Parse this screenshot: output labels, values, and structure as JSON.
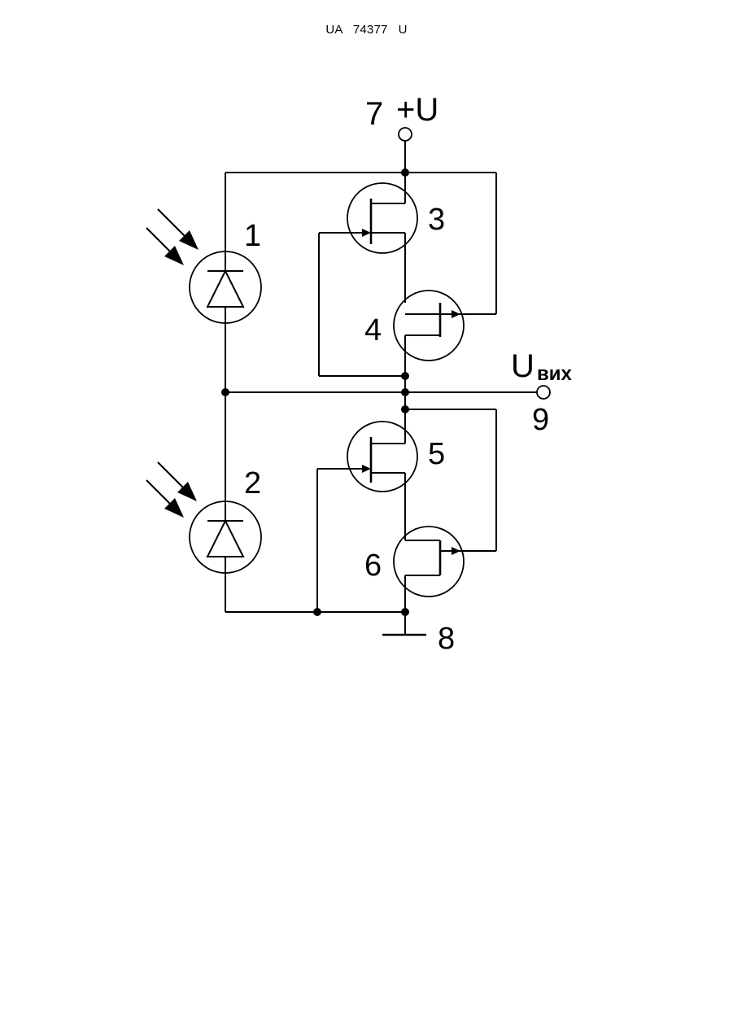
{
  "header": {
    "doc_id": "UA   74377   U"
  },
  "diagram": {
    "labels": {
      "photodiode_1": "1",
      "photodiode_2": "2",
      "transistor_3": "3",
      "transistor_4": "4",
      "transistor_5": "5",
      "transistor_6": "6",
      "supply_node": "7",
      "supply_voltage": "+U",
      "ground_node": "8",
      "output_node": "9",
      "output_symbol": "U",
      "output_subscript": "вих"
    }
  }
}
